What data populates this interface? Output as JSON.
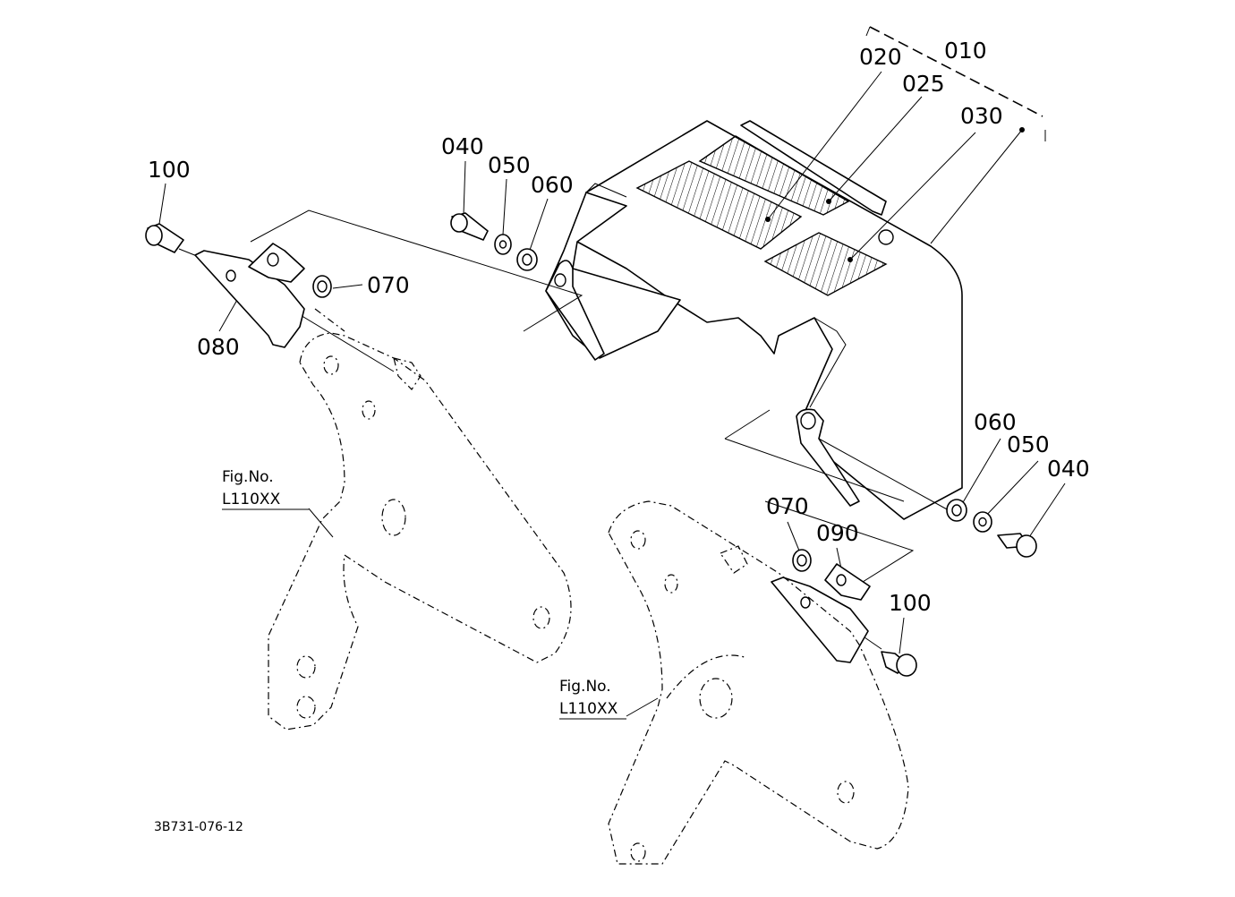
{
  "labels": {
    "p010": "010",
    "p020": "020",
    "p025": "025",
    "p030": "030",
    "p040_left": "040",
    "p050_left": "050",
    "p060_left": "060",
    "p040_right": "040",
    "p050_right": "050",
    "p060_right": "060",
    "p070_left": "070",
    "p070_right": "070",
    "p080": "080",
    "p090": "090",
    "p100_left": "100",
    "p100_right": "100"
  },
  "figure_refs": {
    "left_fig": "Fig.No.",
    "left_code": "L110XX",
    "right_fig": "Fig.No.",
    "right_code": "L110XX"
  },
  "drawing_code": "3B731-076-12"
}
